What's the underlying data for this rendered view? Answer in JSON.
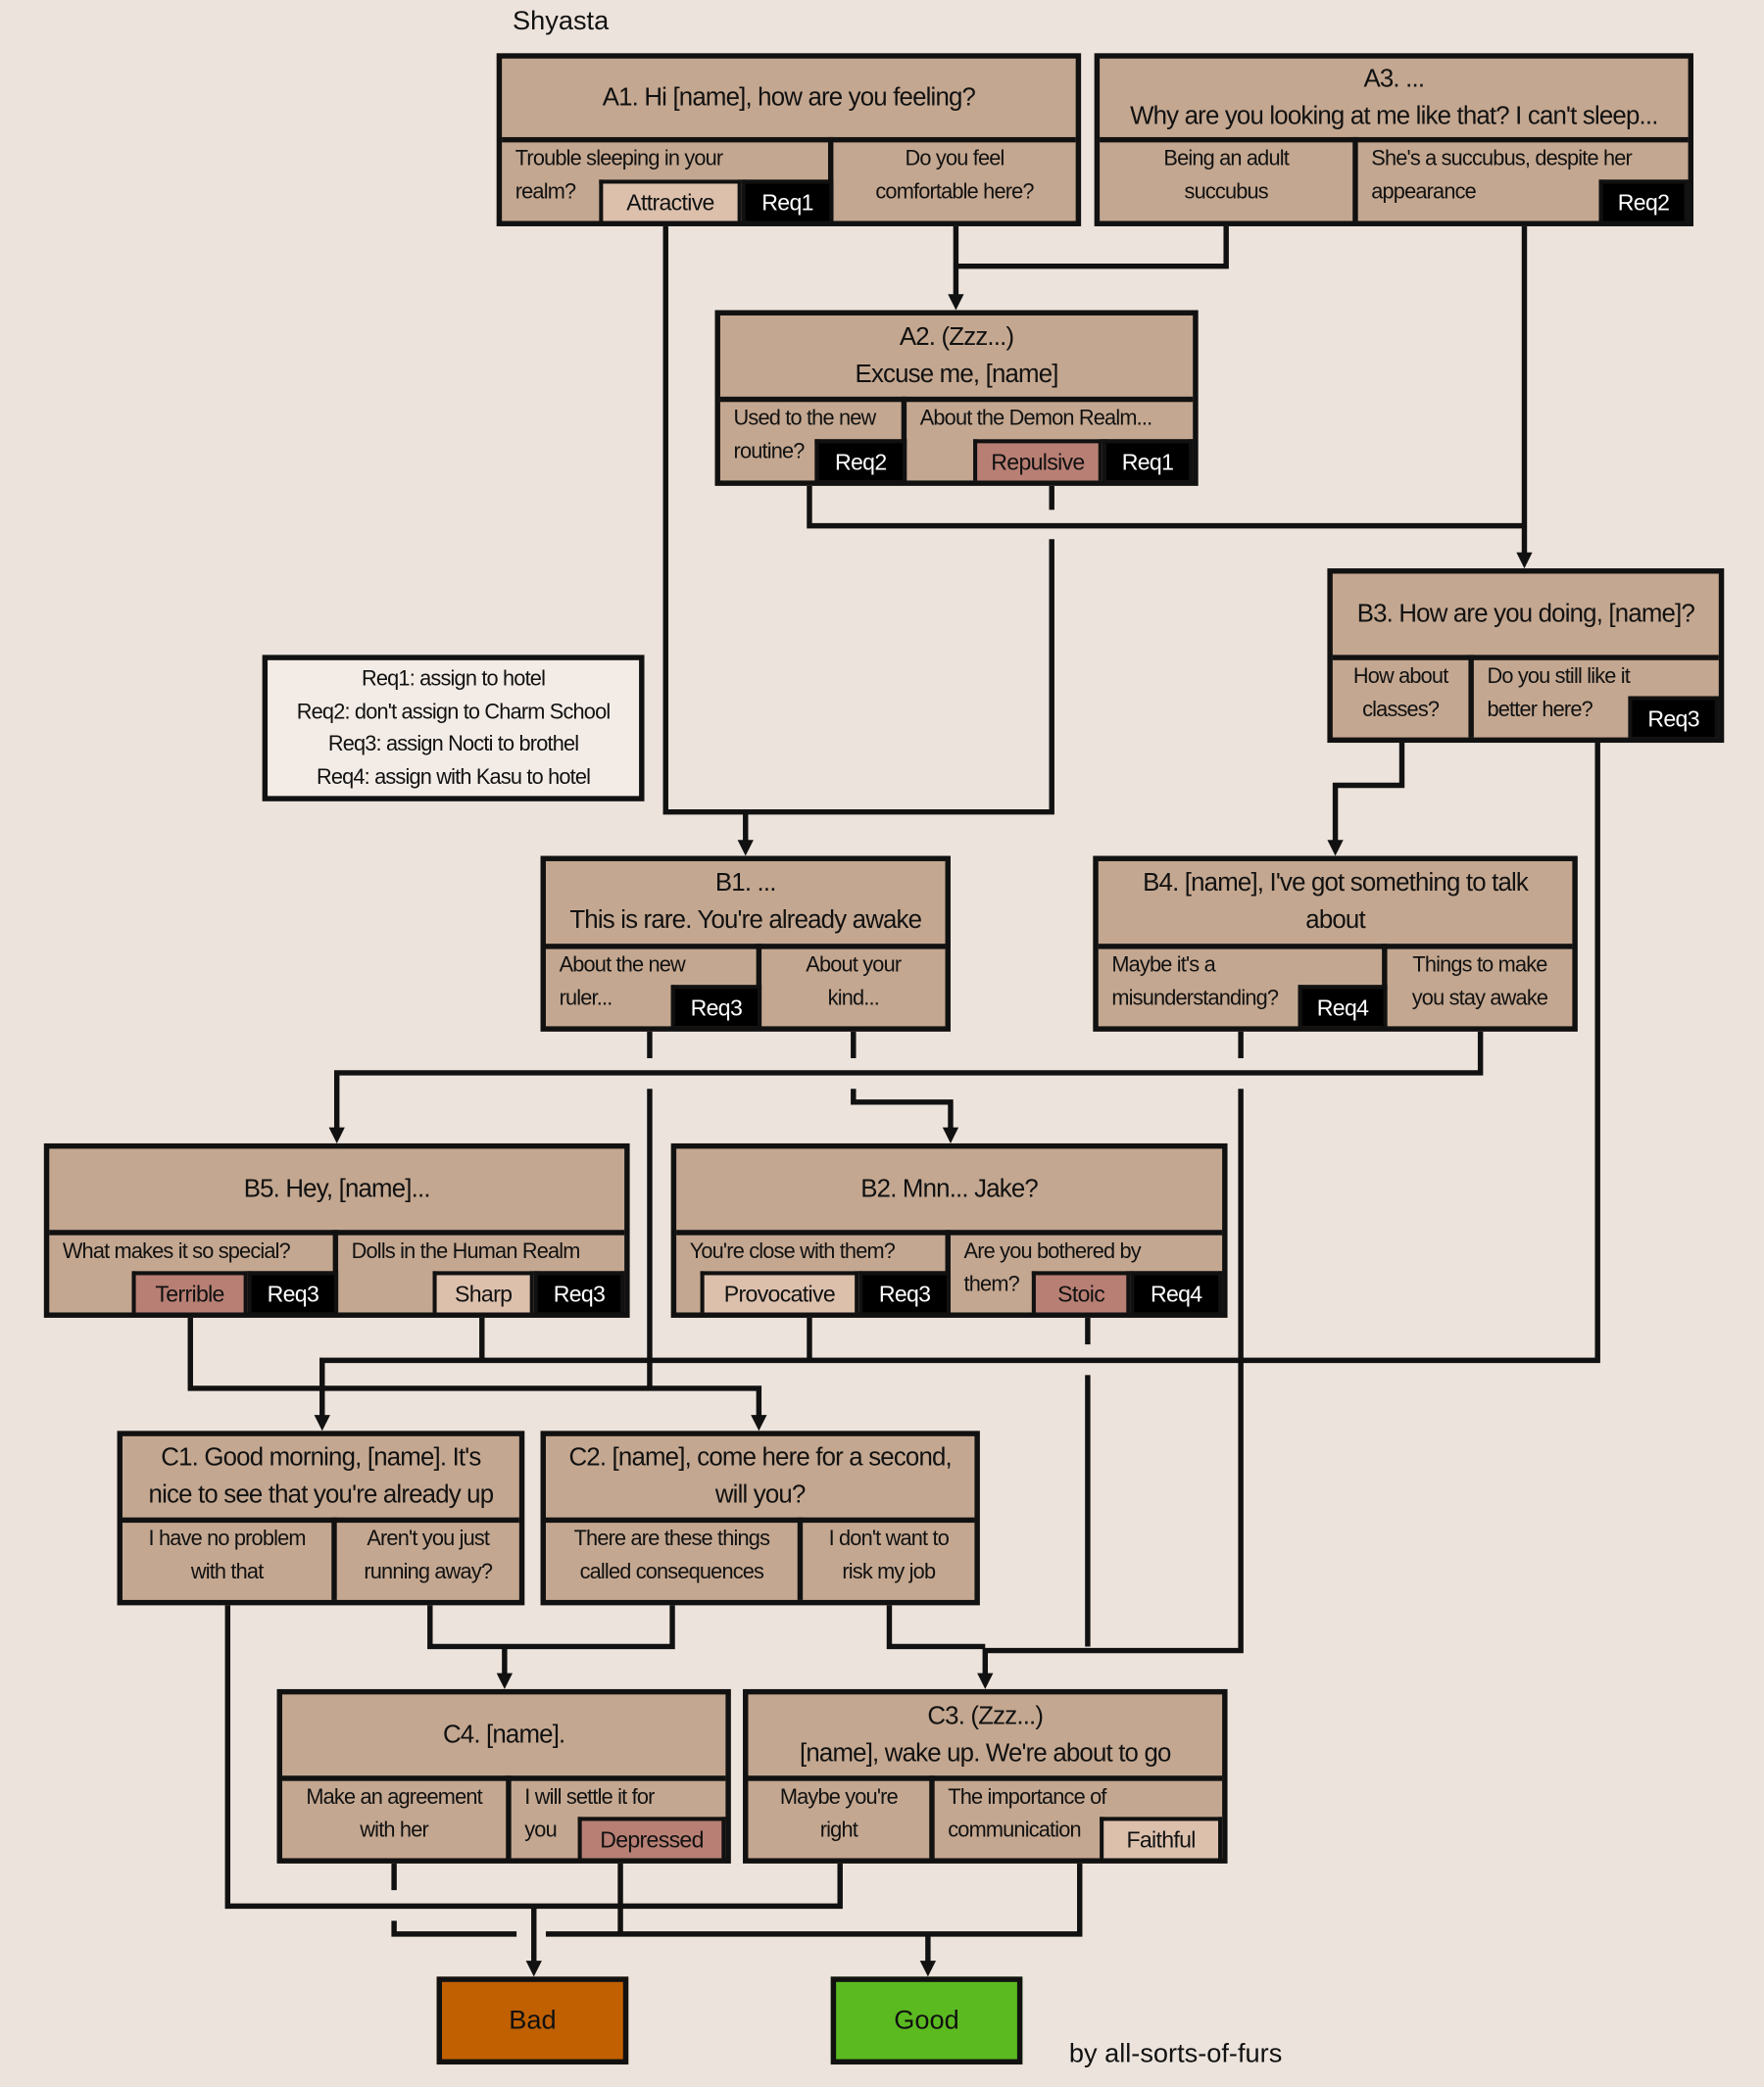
{
  "title": "Shyasta",
  "credit": "by all-sorts-of-furs",
  "colors": {
    "background": "#ece3dc",
    "box": "#c4a790",
    "tag_light": "#dcc0ac",
    "tag_red": "#b87f74",
    "tag_black": "#000000",
    "bad": "#c06000",
    "good": "#5bba20"
  },
  "legend": [
    "Req1: assign to hotel",
    "Req2: don't assign to Charm School",
    "Req3: assign Nocti to brothel",
    "Req4: assign with Kasu to hotel"
  ],
  "nodes": {
    "A1": {
      "header": "A1. Hi [name], how are you feeling?",
      "options": [
        {
          "text": "Trouble sleeping in your\nrealm?",
          "tags": [
            {
              "label": "Attractive",
              "color": "#dcc0ac"
            },
            {
              "label": "Req1",
              "color": "#000000"
            }
          ]
        },
        {
          "text": "Do you feel\ncomfortable here?",
          "tags": []
        }
      ]
    },
    "A3": {
      "header": "A3. ...\nWhy are you looking at me like that? I can't sleep...",
      "options": [
        {
          "text": "Being an adult\nsuccubus",
          "tags": []
        },
        {
          "text": "She's a succubus, despite her\nappearance",
          "tags": [
            {
              "label": "Req2",
              "color": "#000000"
            }
          ]
        }
      ]
    },
    "A2": {
      "header": "A2. (Zzz...)\nExcuse me, [name]",
      "options": [
        {
          "text": "Used to the new\nroutine?",
          "tags": [
            {
              "label": "Req2",
              "color": "#000000"
            }
          ]
        },
        {
          "text": "About the Demon Realm...",
          "tags": [
            {
              "label": "Repulsive",
              "color": "#b87f74"
            },
            {
              "label": "Req1",
              "color": "#000000"
            }
          ]
        }
      ]
    },
    "B3": {
      "header": "B3. How are you doing, [name]?",
      "options": [
        {
          "text": "How about\nclasses?",
          "tags": []
        },
        {
          "text": "Do you still like it\nbetter here?",
          "tags": [
            {
              "label": "Req3",
              "color": "#000000"
            }
          ]
        }
      ]
    },
    "B1": {
      "header": "B1. ...\nThis is rare. You're already awake",
      "options": [
        {
          "text": "About the new\nruler...",
          "tags": [
            {
              "label": "Req3",
              "color": "#000000"
            }
          ]
        },
        {
          "text": "About your\nkind...",
          "tags": []
        }
      ]
    },
    "B4": {
      "header": "B4. [name], I've got something to talk\nabout",
      "options": [
        {
          "text": "Maybe it's a\nmisunderstanding?",
          "tags": [
            {
              "label": "Req4",
              "color": "#000000"
            }
          ]
        },
        {
          "text": "Things to make\nyou stay awake",
          "tags": []
        }
      ]
    },
    "B5": {
      "header": "B5. Hey, [name]...",
      "options": [
        {
          "text": "What makes it so special?",
          "tags": [
            {
              "label": "Terrible",
              "color": "#b87f74"
            },
            {
              "label": "Req3",
              "color": "#000000"
            }
          ]
        },
        {
          "text": "Dolls in the Human Realm",
          "tags": [
            {
              "label": "Sharp",
              "color": "#dcc0ac"
            },
            {
              "label": "Req3",
              "color": "#000000"
            }
          ]
        }
      ]
    },
    "B2": {
      "header": "B2. Mnn... Jake?",
      "options": [
        {
          "text": "You're close with them?",
          "tags": [
            {
              "label": "Provocative",
              "color": "#dcc0ac"
            },
            {
              "label": "Req3",
              "color": "#000000"
            }
          ]
        },
        {
          "text": "Are you bothered by\nthem?",
          "tags": [
            {
              "label": "Stoic",
              "color": "#b87f74"
            },
            {
              "label": "Req4",
              "color": "#000000"
            }
          ]
        }
      ]
    },
    "C1": {
      "header": "C1. Good morning, [name]. It's\nnice to see that you're already up",
      "options": [
        {
          "text": "I have no problem\nwith that",
          "tags": []
        },
        {
          "text": "Aren't you just\nrunning away?",
          "tags": []
        }
      ]
    },
    "C2": {
      "header": "C2. [name], come here for a second,\nwill you?",
      "options": [
        {
          "text": "There are these things\ncalled consequences",
          "tags": []
        },
        {
          "text": "I don't want to\nrisk my job",
          "tags": []
        }
      ]
    },
    "C4": {
      "header": "C4. [name].",
      "options": [
        {
          "text": "Make an agreement\nwith her",
          "tags": []
        },
        {
          "text": "I will settle it for\nyou",
          "tags": [
            {
              "label": "Depressed",
              "color": "#b87f74"
            }
          ]
        }
      ]
    },
    "C3": {
      "header": "C3. (Zzz...)\n[name], wake up. We're about to go",
      "options": [
        {
          "text": "Maybe you're\nright",
          "tags": []
        },
        {
          "text": "The importance of\ncommunication",
          "tags": [
            {
              "label": "Faithful",
              "color": "#dcc0ac"
            }
          ]
        }
      ]
    }
  },
  "endings": {
    "bad": "Bad",
    "good": "Good"
  }
}
